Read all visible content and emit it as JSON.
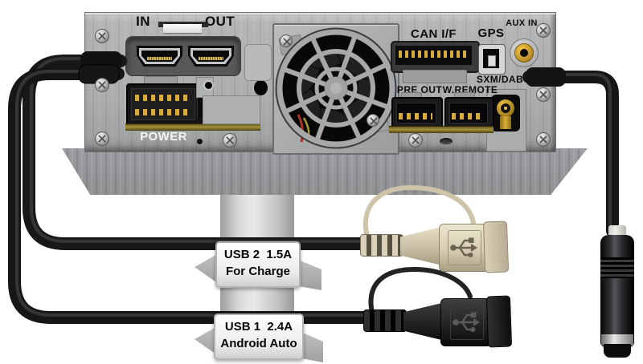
{
  "unit": {
    "in": "IN",
    "out": "OUT",
    "power": "POWER",
    "can_if": "CAN I/F",
    "gps": "GPS",
    "aux_in": "AUX IN",
    "sxm_dab": "SXM/DAB",
    "pre_out": "PRE OUT",
    "w_remote": "W.REMOTE"
  },
  "tags": {
    "usb2": {
      "line1": "USB 2  1.5A",
      "line2": "For Charge"
    },
    "usb1": {
      "line1": "USB 1  2.4A",
      "line2": "Android Auto"
    }
  },
  "colors": {
    "panel_gray": "#abadaf",
    "recess_gray": "#57585a",
    "pin_gold": "#d6ac3e",
    "aux_gold": "#d8a018",
    "usb2_beige": "#d6cdb4",
    "usb1_black": "#1e1e1e",
    "cable_black": "#181818",
    "tag_white": "#ffffff"
  }
}
